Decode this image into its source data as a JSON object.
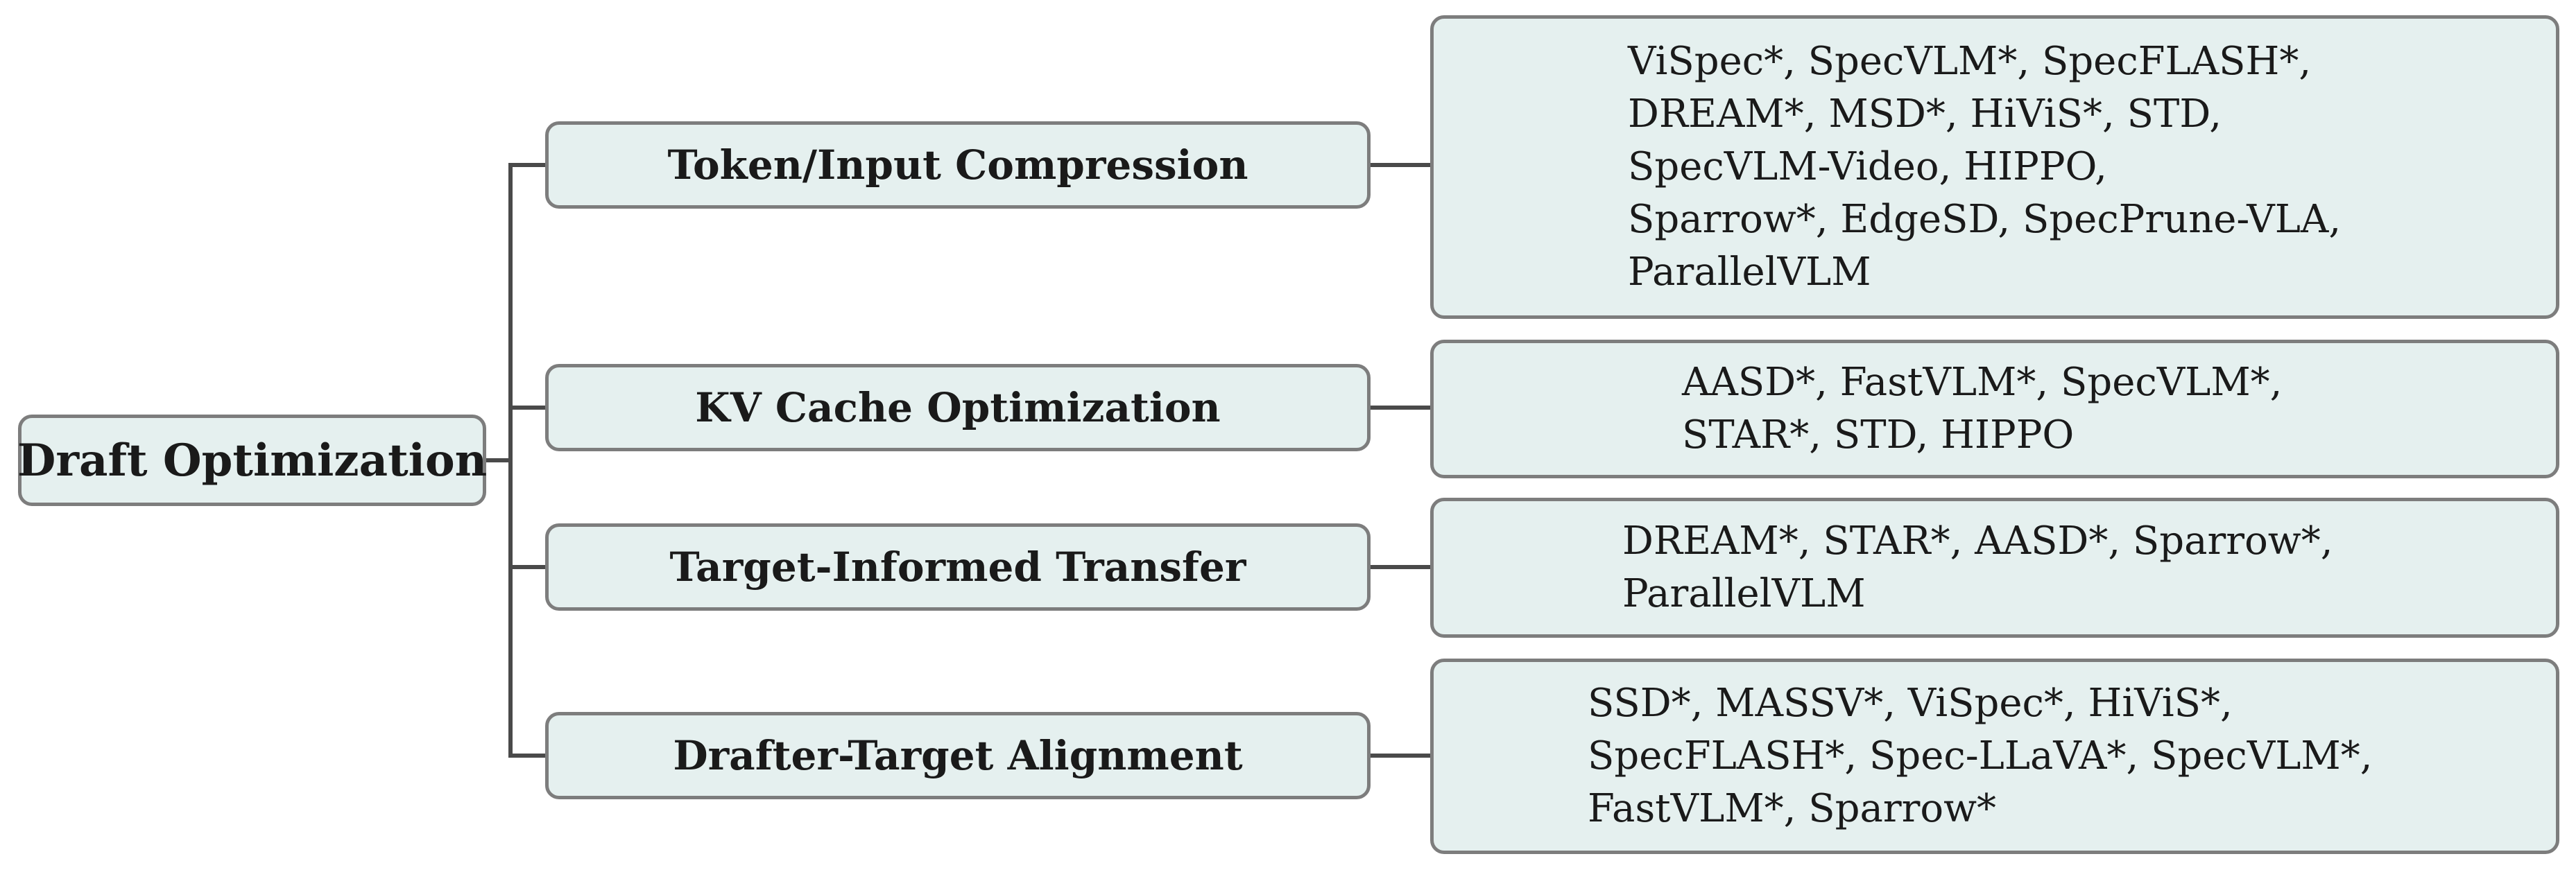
{
  "root": {
    "label": "Draft Optimization"
  },
  "branches": [
    {
      "label": "Token/Input Compression",
      "methods": [
        "ViSpec*, SpecVLM*, SpecFLASH*,",
        "DREAM*, MSD*, HiViS*, STD,",
        "SpecVLM-Video, HIPPO,",
        "Sparrow*, EdgeSD, SpecPrune-VLA,",
        "ParallelVLM"
      ]
    },
    {
      "label": "KV Cache Optimization",
      "methods": [
        "AASD*, FastVLM*, SpecVLM*,",
        "STAR*, STD, HIPPO"
      ]
    },
    {
      "label": "Target-Informed Transfer",
      "methods": [
        "DREAM*, STAR*, AASD*, Sparrow*,",
        "ParallelVLM"
      ]
    },
    {
      "label": "Drafter-Target Alignment",
      "methods": [
        "SSD*, MASSV*, ViSpec*, HiViS*,",
        "SpecFLASH*, Spec-LLaVA*, SpecVLM*,",
        "FastVLM*, Sparrow*"
      ]
    }
  ]
}
